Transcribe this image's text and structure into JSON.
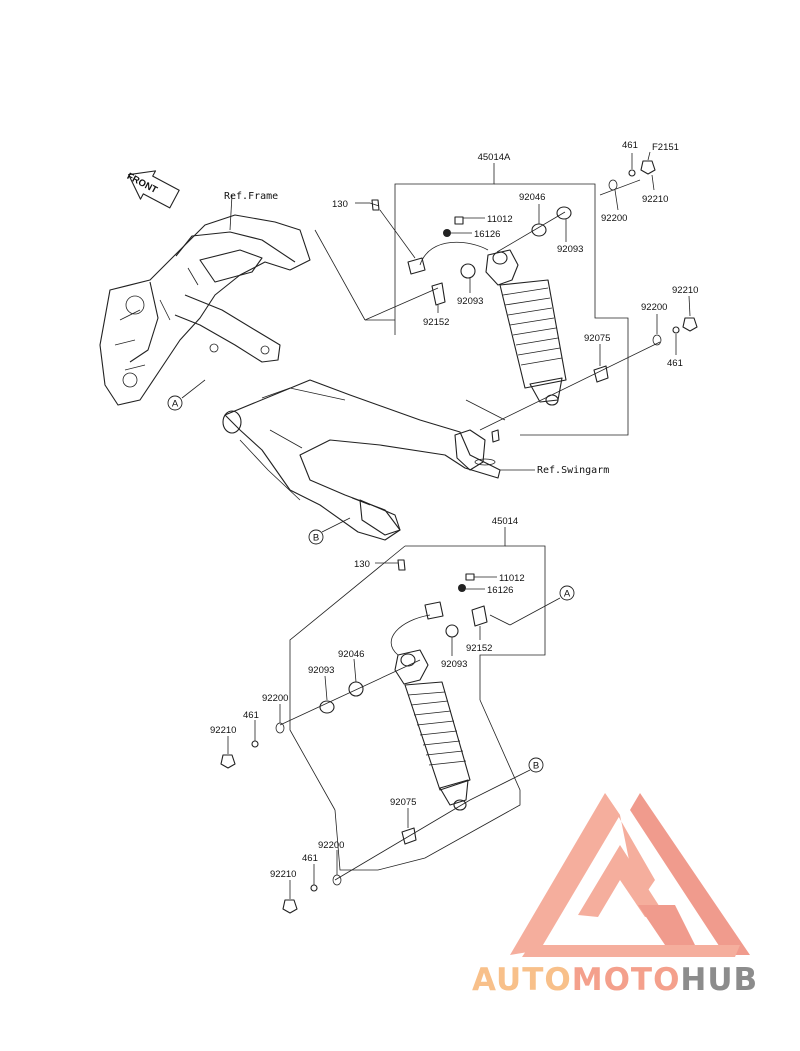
{
  "diagram": {
    "front_arrow_label": "FRONT",
    "refs": {
      "frame": "Ref.Frame",
      "swingarm": "Ref.Swingarm"
    },
    "assemblies": {
      "upper": "45014A",
      "lower": "45014"
    },
    "callouts": {
      "a_top": "A",
      "b_top": "B",
      "a_bottom": "A",
      "b_bottom": "B"
    },
    "upper_parts": {
      "p130": "130",
      "p11012": "11012",
      "p16126": "16126",
      "p92046": "92046",
      "p92093a": "92093",
      "p92093b": "92093",
      "p92152": "92152",
      "p92200a": "92200",
      "p92200b": "92200",
      "p461a": "461",
      "p461b": "461",
      "pF2151": "F2151",
      "p92210a": "92210",
      "p92210b": "92210",
      "p92075": "92075"
    },
    "lower_parts": {
      "p130": "130",
      "p11012": "11012",
      "p16126": "16126",
      "p92152": "92152",
      "p92046": "92046",
      "p92093a": "92093",
      "p92093b": "92093",
      "p92200a": "92200",
      "p461a": "461",
      "p92210a": "92210",
      "p92075": "92075",
      "p92200b": "92200",
      "p461b": "461",
      "p92210b": "92210"
    }
  },
  "watermark": {
    "part1": "AUTO",
    "part2": "MOTO",
    "part3": "HUB",
    "colors": {
      "salmon": "#f4a08c",
      "orange": "#f8c08a",
      "grey": "#8c8c8c",
      "red": "#ee8a7a"
    }
  }
}
